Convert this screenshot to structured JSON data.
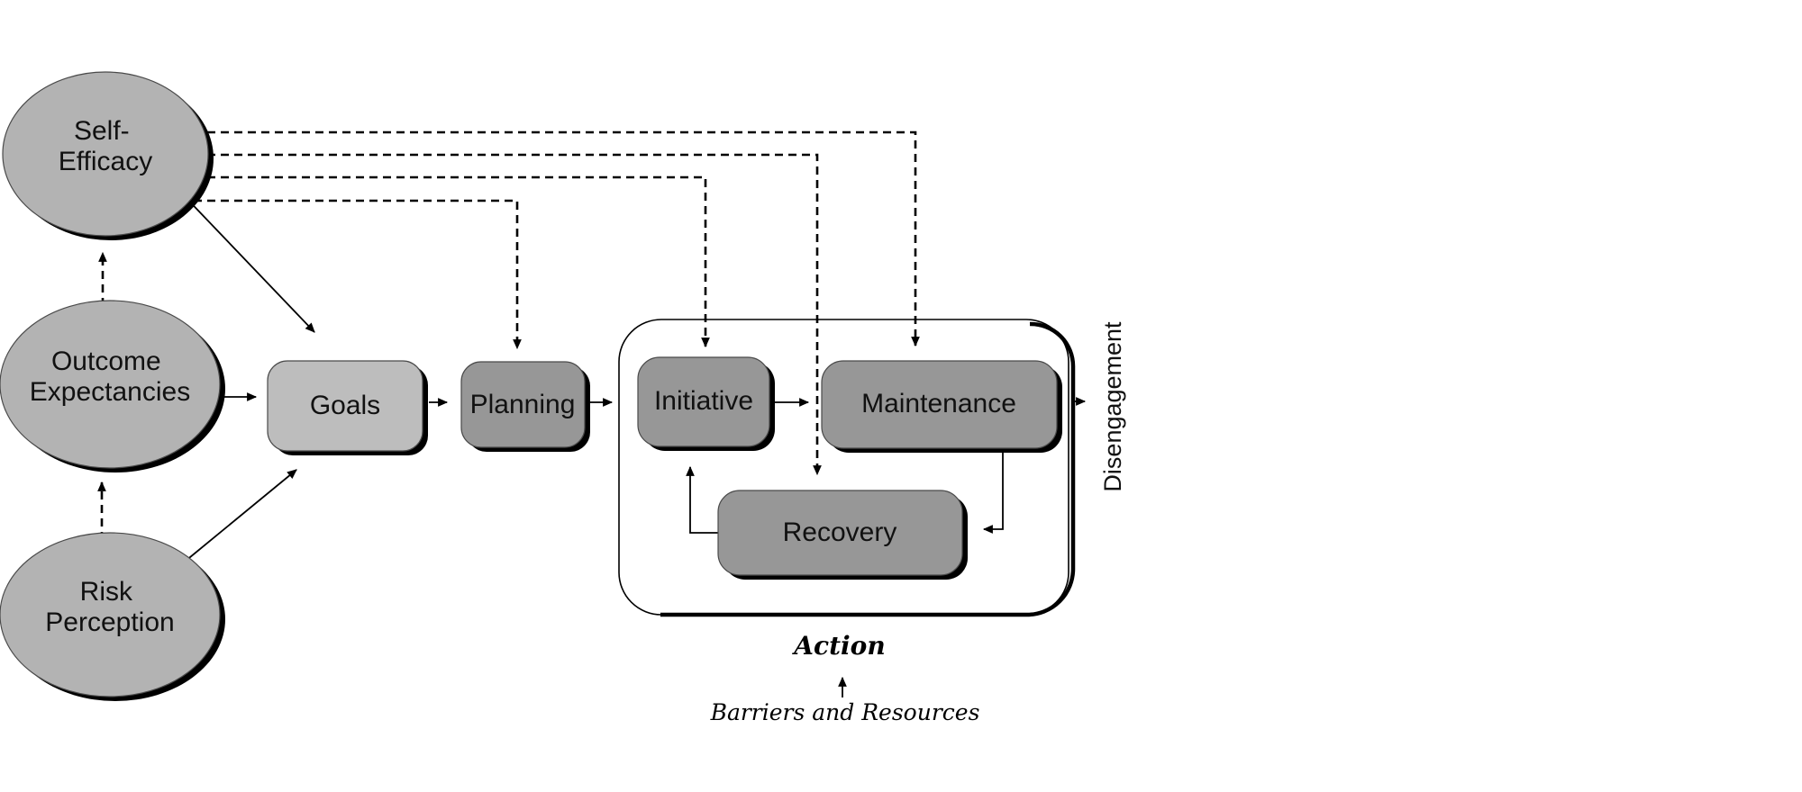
{
  "colors": {
    "background": "#ffffff",
    "ellipse_fill": "#b3b3b3",
    "goals_fill": "#bdbdbd",
    "stage_fill": "#979797",
    "shadow": "#000000",
    "line": "#000000"
  },
  "nodes": {
    "self_efficacy": {
      "line1": "Self-",
      "line2": "Efficacy"
    },
    "outcome_expectancies": {
      "line1": "Outcome",
      "line2": "Expectancies"
    },
    "risk_perception": {
      "line1": "Risk",
      "line2": "Perception"
    },
    "goals": {
      "label": "Goals"
    },
    "planning": {
      "label": "Planning"
    },
    "initiative": {
      "label": "Initiative"
    },
    "maintenance": {
      "label": "Maintenance"
    },
    "recovery": {
      "label": "Recovery"
    }
  },
  "labels": {
    "action": "Action",
    "disengagement": "Disengagement",
    "barriers": "Barriers and Resources"
  },
  "edges": [
    {
      "from": "Risk Perception",
      "to": "Outcome Expectancies",
      "style": "dashed"
    },
    {
      "from": "Outcome Expectancies",
      "to": "Self-Efficacy",
      "style": "dashed"
    },
    {
      "from": "Self-Efficacy",
      "to": "Goals",
      "style": "solid"
    },
    {
      "from": "Outcome Expectancies",
      "to": "Goals",
      "style": "solid"
    },
    {
      "from": "Risk Perception",
      "to": "Goals",
      "style": "solid"
    },
    {
      "from": "Self-Efficacy",
      "to": "Planning",
      "style": "dashed"
    },
    {
      "from": "Self-Efficacy",
      "to": "Initiative",
      "style": "dashed"
    },
    {
      "from": "Self-Efficacy",
      "to": "Recovery",
      "style": "dashed"
    },
    {
      "from": "Self-Efficacy",
      "to": "Maintenance",
      "style": "dashed"
    },
    {
      "from": "Goals",
      "to": "Planning",
      "style": "solid"
    },
    {
      "from": "Planning",
      "to": "Initiative",
      "style": "solid"
    },
    {
      "from": "Initiative",
      "to": "Maintenance",
      "style": "solid"
    },
    {
      "from": "Maintenance",
      "to": "Recovery",
      "style": "solid"
    },
    {
      "from": "Recovery",
      "to": "Initiative",
      "style": "solid"
    },
    {
      "from": "Maintenance",
      "to": "Disengagement",
      "style": "solid"
    },
    {
      "from": "Barriers and Resources",
      "to": "Action",
      "style": "solid"
    }
  ]
}
